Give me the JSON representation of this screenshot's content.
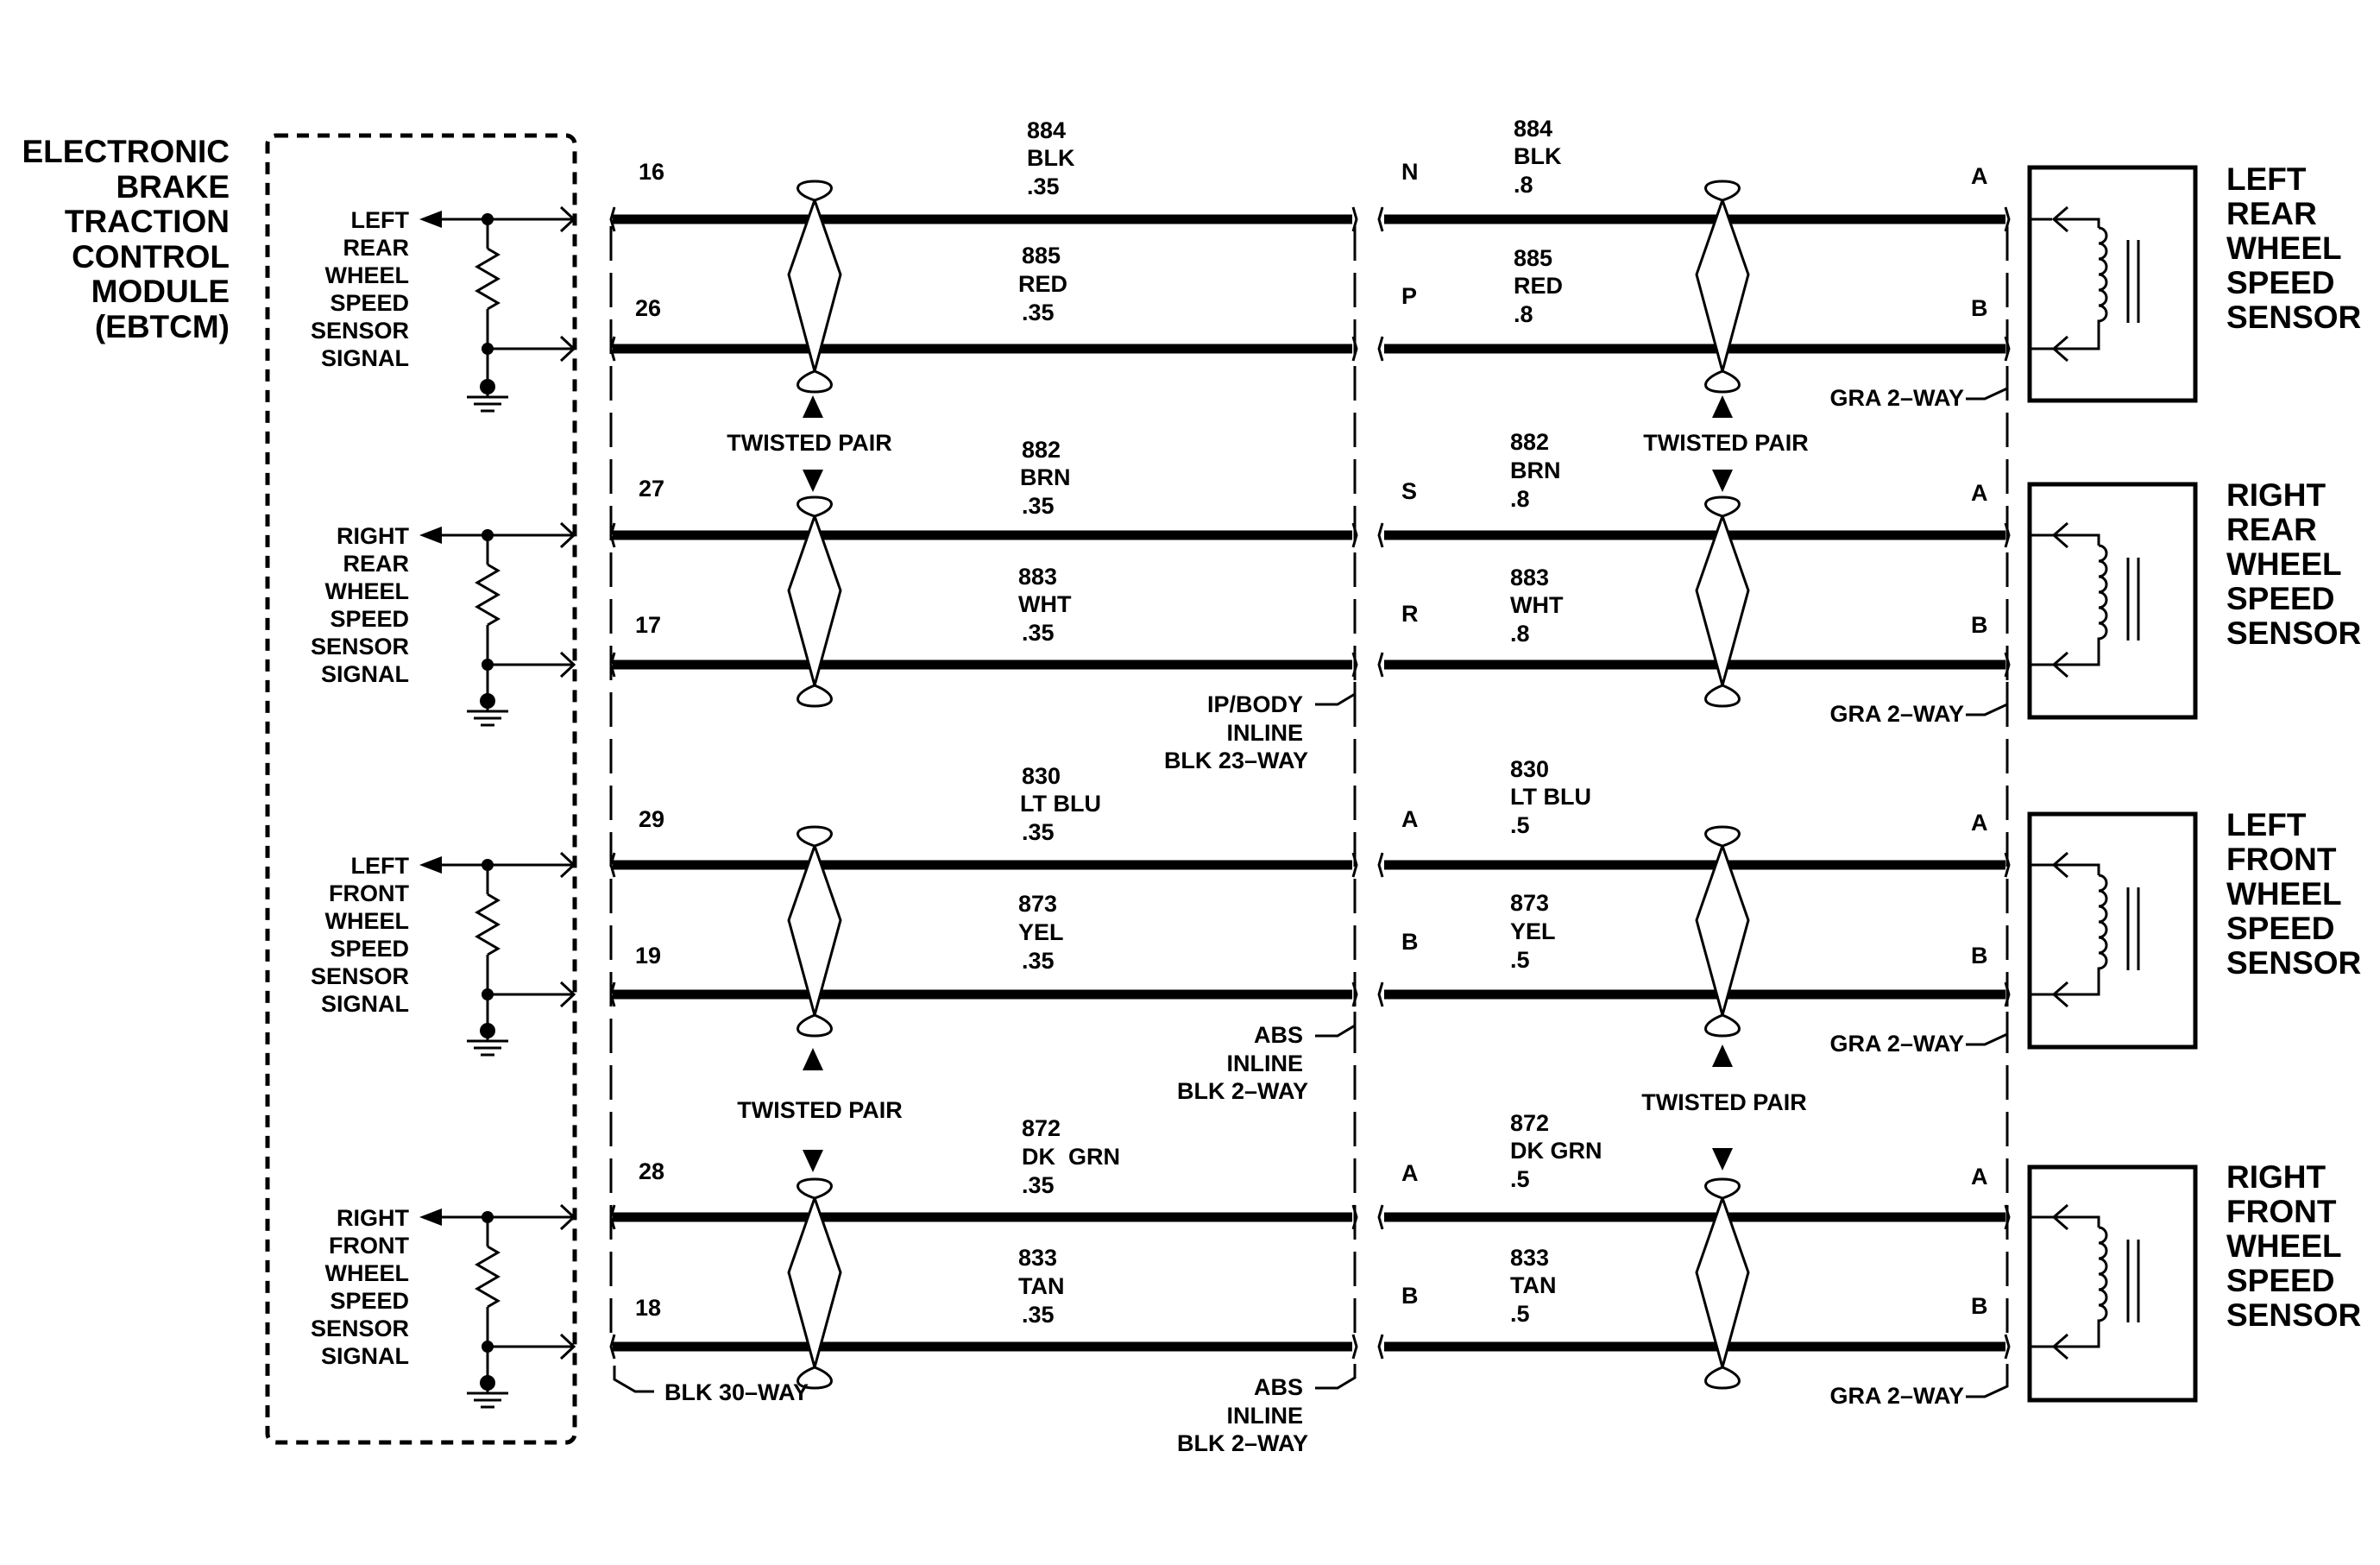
{
  "module": {
    "name_lines": [
      "ELECTRONIC",
      "BRAKE",
      "TRACTION",
      "CONTROL",
      "MODULE",
      "(EBTCM)"
    ]
  },
  "channels": [
    {
      "module_label": [
        "LEFT",
        "REAR",
        "WHEEL",
        "SPEED",
        "SENSOR",
        "SIGNAL"
      ],
      "sensor_name": [
        "LEFT",
        "REAR",
        "WHEEL",
        "SPEED",
        "SENSOR"
      ],
      "sensor_connector": "GRA 2–WAY",
      "twisted_pair_label": "TWISTED PAIR",
      "inline_connector": [],
      "wires": [
        {
          "module_pin": "16",
          "circuit": "884",
          "color": "BLK",
          "size_module": ".35",
          "inline_pin": "N",
          "size_sensor": ".8",
          "sensor_pin": "A"
        },
        {
          "module_pin": "26",
          "circuit": "885",
          "color": "RED",
          "size_module": ".35",
          "inline_pin": "P",
          "size_sensor": ".8",
          "sensor_pin": "B"
        }
      ]
    },
    {
      "module_label": [
        "RIGHT",
        "REAR",
        "WHEEL",
        "SPEED",
        "SENSOR",
        "SIGNAL"
      ],
      "sensor_name": [
        "RIGHT",
        "REAR",
        "WHEEL",
        "SPEED",
        "SENSOR"
      ],
      "sensor_connector": "GRA 2–WAY",
      "inline_connector": [
        "IP/BODY",
        "INLINE",
        "BLK 23–WAY"
      ],
      "wires": [
        {
          "module_pin": "27",
          "circuit": "882",
          "color": "BRN",
          "size_module": ".35",
          "inline_pin": "S",
          "size_sensor": ".8",
          "sensor_pin": "A"
        },
        {
          "module_pin": "17",
          "circuit": "883",
          "color": "WHT",
          "size_module": ".35",
          "inline_pin": "R",
          "size_sensor": ".8",
          "sensor_pin": "B"
        }
      ]
    },
    {
      "module_label": [
        "LEFT",
        "FRONT",
        "WHEEL",
        "SPEED",
        "SENSOR",
        "SIGNAL"
      ],
      "sensor_name": [
        "LEFT",
        "FRONT",
        "WHEEL",
        "SPEED",
        "SENSOR"
      ],
      "sensor_connector": "GRA 2–WAY",
      "twisted_pair_label": "TWISTED PAIR",
      "inline_connector": [
        "ABS",
        "INLINE",
        "BLK 2–WAY"
      ],
      "wires": [
        {
          "module_pin": "29",
          "circuit": "830",
          "color": "LT BLU",
          "size_module": ".35",
          "inline_pin": "A",
          "size_sensor": ".5",
          "sensor_pin": "A"
        },
        {
          "module_pin": "19",
          "circuit": "873",
          "color": "YEL",
          "size_module": ".35",
          "inline_pin": "B",
          "size_sensor": ".5",
          "sensor_pin": "B"
        }
      ]
    },
    {
      "module_label": [
        "RIGHT",
        "FRONT",
        "WHEEL",
        "SPEED",
        "SENSOR",
        "SIGNAL"
      ],
      "sensor_name": [
        "RIGHT",
        "FRONT",
        "WHEEL",
        "SPEED",
        "SENSOR"
      ],
      "sensor_connector": "GRA 2–WAY",
      "inline_connector": [
        "ABS",
        "INLINE",
        "BLK 2–WAY"
      ],
      "module_connector": "BLK 30–WAY",
      "wires": [
        {
          "module_pin": "28",
          "circuit": "872",
          "color": "DK  GRN",
          "color_sensor": "DK GRN",
          "size_module": ".35",
          "inline_pin": "A",
          "size_sensor": ".5",
          "sensor_pin": "A"
        },
        {
          "module_pin": "18",
          "circuit": "833",
          "color": "TAN",
          "size_module": ".35",
          "inline_pin": "B",
          "size_sensor": ".5",
          "sensor_pin": "B"
        }
      ]
    }
  ]
}
